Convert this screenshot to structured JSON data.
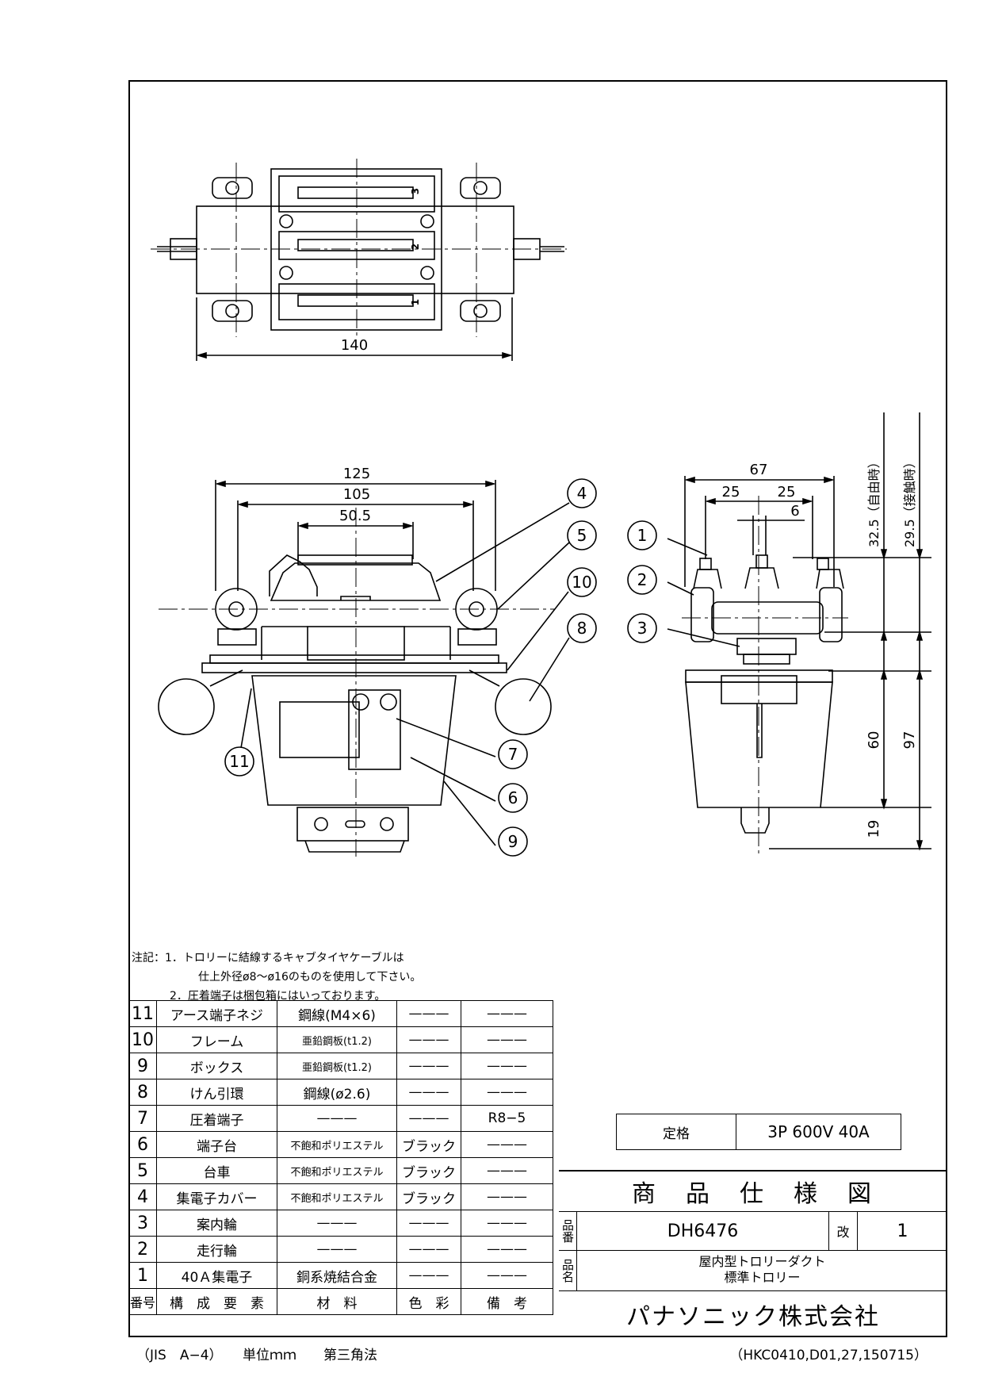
{
  "dimensions": {
    "top_view_width": "140",
    "front_125": "125",
    "front_105": "105",
    "front_50_5": "50.5",
    "side_67": "67",
    "side_25a": "25",
    "side_25b": "25",
    "side_6": "6",
    "side_32_5": "32.5（自由時）",
    "side_29_5": "29.5（接触時）",
    "side_60": "60",
    "side_97": "97",
    "side_19": "19",
    "terminal_1": "1",
    "terminal_2": "2",
    "terminal_3": "3"
  },
  "callouts": [
    "1",
    "2",
    "3",
    "4",
    "5",
    "6",
    "7",
    "8",
    "9",
    "10",
    "11"
  ],
  "notes": {
    "line1": "注記：1．トロリーに結線するキャブタイヤケーブルは",
    "line2": "仕上外径ø8～ø16のものを使用して下さい。",
    "line3": "2．圧着端子は梱包箱にはいっております。"
  },
  "parts": [
    {
      "no": "11",
      "name": "アース端子ネジ",
      "material": "鋼線(M4×6)",
      "color": "———",
      "remarks": "———"
    },
    {
      "no": "10",
      "name": "フレーム",
      "material": "亜鉛鋼板(t1.2)",
      "color": "———",
      "remarks": "———"
    },
    {
      "no": "9",
      "name": "ボックス",
      "material": "亜鉛鋼板(t1.2)",
      "color": "———",
      "remarks": "———"
    },
    {
      "no": "8",
      "name": "けん引環",
      "material": "鋼線(ø2.6)",
      "color": "———",
      "remarks": "———"
    },
    {
      "no": "7",
      "name": "圧着端子",
      "material": "———",
      "color": "———",
      "remarks": "R8−5"
    },
    {
      "no": "6",
      "name": "端子台",
      "material": "不飽和ポリエステル",
      "color": "ブラック",
      "remarks": "———"
    },
    {
      "no": "5",
      "name": "台車",
      "material": "不飽和ポリエステル",
      "color": "ブラック",
      "remarks": "———"
    },
    {
      "no": "4",
      "name": "集電子カバー",
      "material": "不飽和ポリエステル",
      "color": "ブラック",
      "remarks": "———"
    },
    {
      "no": "3",
      "name": "案内輪",
      "material": "———",
      "color": "———",
      "remarks": "———"
    },
    {
      "no": "2",
      "name": "走行輪",
      "material": "———",
      "color": "———",
      "remarks": "———"
    },
    {
      "no": "1",
      "name": "40Ａ集電子",
      "material": "銅系焼結合金",
      "color": "———",
      "remarks": "———"
    }
  ],
  "header": {
    "no": "番号",
    "name": "構　成　要　素",
    "material": "材　料",
    "color": "色　彩",
    "remarks": "備　考"
  },
  "rating": {
    "label": "定格",
    "value": "3P 600V 40A"
  },
  "title_block": {
    "title": "商　品　仕　様　図",
    "part_no_label": "品番",
    "part_no": "DH6476",
    "rev_label": "改",
    "rev": "1",
    "name_label": "品名",
    "name_line1": "屋内型トロリーダクト",
    "name_line2": "標準トロリー",
    "company": "パナソニック株式会社"
  },
  "footer": {
    "left": "（JIS　A−4）　　単位ｍｍ　　第三角法",
    "right": "（HKC0410,D01,27,150715）"
  }
}
